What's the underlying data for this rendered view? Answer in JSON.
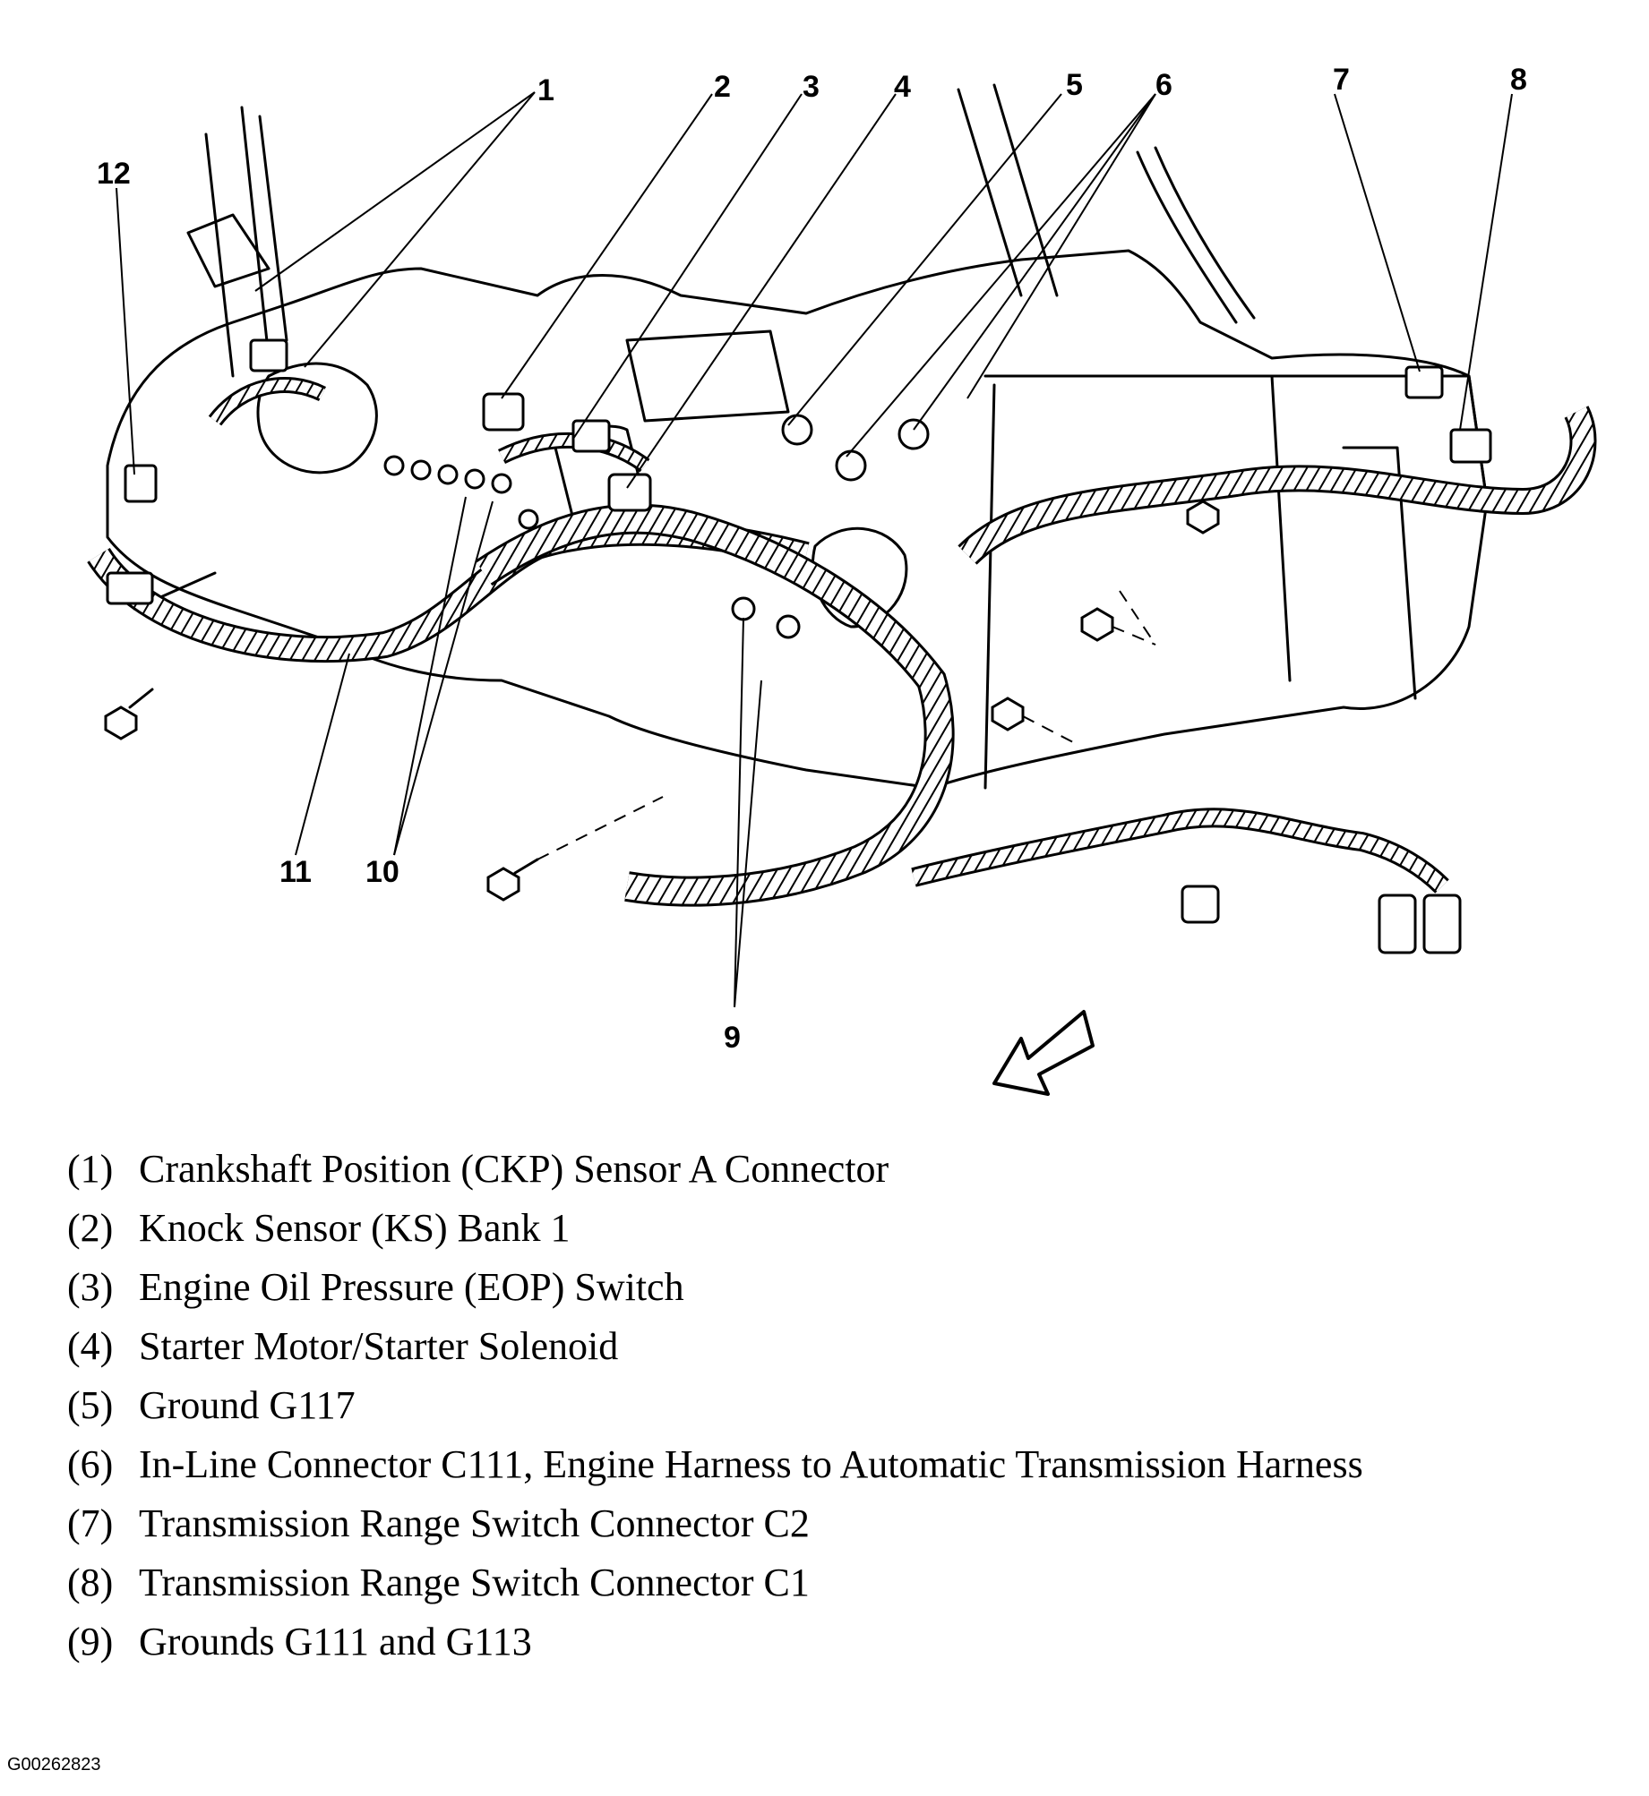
{
  "callouts": [
    "1",
    "2",
    "3",
    "4",
    "5",
    "6",
    "7",
    "8",
    "9",
    "10",
    "11",
    "12"
  ],
  "legend": [
    {
      "num": "(1)",
      "text": "Crankshaft Position (CKP) Sensor A Connector"
    },
    {
      "num": "(2)",
      "text": "Knock Sensor (KS) Bank 1"
    },
    {
      "num": "(3)",
      "text": "Engine Oil Pressure (EOP) Switch"
    },
    {
      "num": "(4)",
      "text": "Starter Motor/Starter Solenoid"
    },
    {
      "num": "(5)",
      "text": "Ground G117"
    },
    {
      "num": "(6)",
      "text": "In-Line Connector C111, Engine Harness to Automatic Transmission Harness"
    },
    {
      "num": "(7)",
      "text": "Transmission Range Switch Connector C2"
    },
    {
      "num": "(8)",
      "text": "Transmission Range Switch Connector C1"
    },
    {
      "num": "(9)",
      "text": "Grounds G111 and G113"
    }
  ],
  "figure_id": "G00262823",
  "icons": {
    "front_direction": "arrow-icon"
  }
}
